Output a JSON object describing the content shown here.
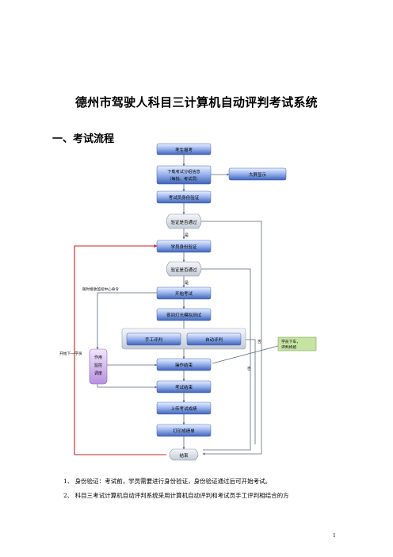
{
  "document": {
    "title": "德州市驾驶人科目三计算机自动评判考试系统",
    "section_heading": "一、考试流程",
    "paragraphs": [
      "1、 身份验证：考试前，学员需要进行身份验证，身份验证通过后可开始考试。",
      "2、 科目三考试计算机自动评判系统采用计算机自动评判和考试员手工评判相结合的方"
    ],
    "page_number": "1"
  },
  "flowchart": {
    "nodes": {
      "apply": "考生报考",
      "download_line1": "下载考试分组信息",
      "download_line2": "（每批、考试员）",
      "big_screen": "大屏显示",
      "fingerprint": "考试员身份验证",
      "check_pass_1": "验证是否通过",
      "student_id": "学员身份验证",
      "check_pass_2": "验证是否通过",
      "start_exam": "开始考试",
      "light_test": "夜间灯光模拟测试",
      "manual_judge": "手工评判",
      "auto_judge": "自动评判",
      "op_end": "操作结束",
      "exam_end": "考试结束",
      "upload": "上传考试成绩",
      "print": "打印成绩单",
      "finish": "结束",
      "remote_monitor_line1": "作用",
      "remote_monitor_line2": "监控",
      "remote_monitor_line3": "调度",
      "student_exit_line1": "学员下车，",
      "student_exit_line2": "评判终结"
    },
    "labels": {
      "yes_1": "是",
      "yes_2": "是",
      "no_1": "否",
      "no_2": "否",
      "start_next": "开始下一学员",
      "accept_command": "随时接收监控中心命令"
    },
    "colors": {
      "box_blue": "#4a74c9",
      "box_light": "#dfe8fb",
      "purple": "#c9a7e8",
      "green": "#c7e3a4",
      "red_line": "#cc2222"
    }
  }
}
